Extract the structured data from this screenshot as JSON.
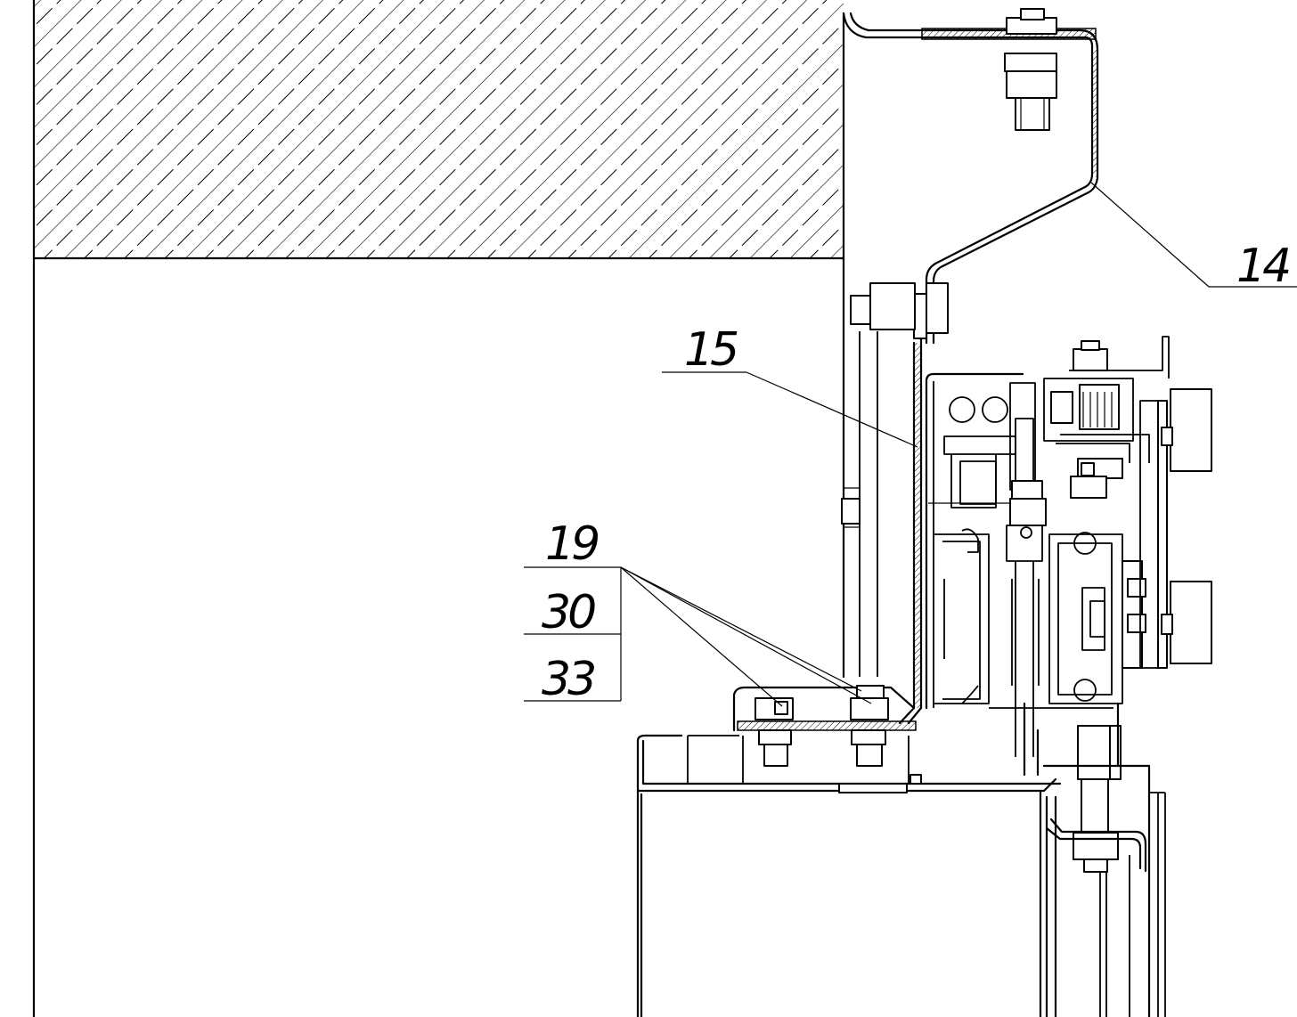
{
  "callouts": {
    "c14": "14",
    "c15": "15",
    "c19": "19",
    "c30": "30",
    "c33": "33"
  },
  "colors": {
    "line": "#000000",
    "background": "#ffffff"
  }
}
